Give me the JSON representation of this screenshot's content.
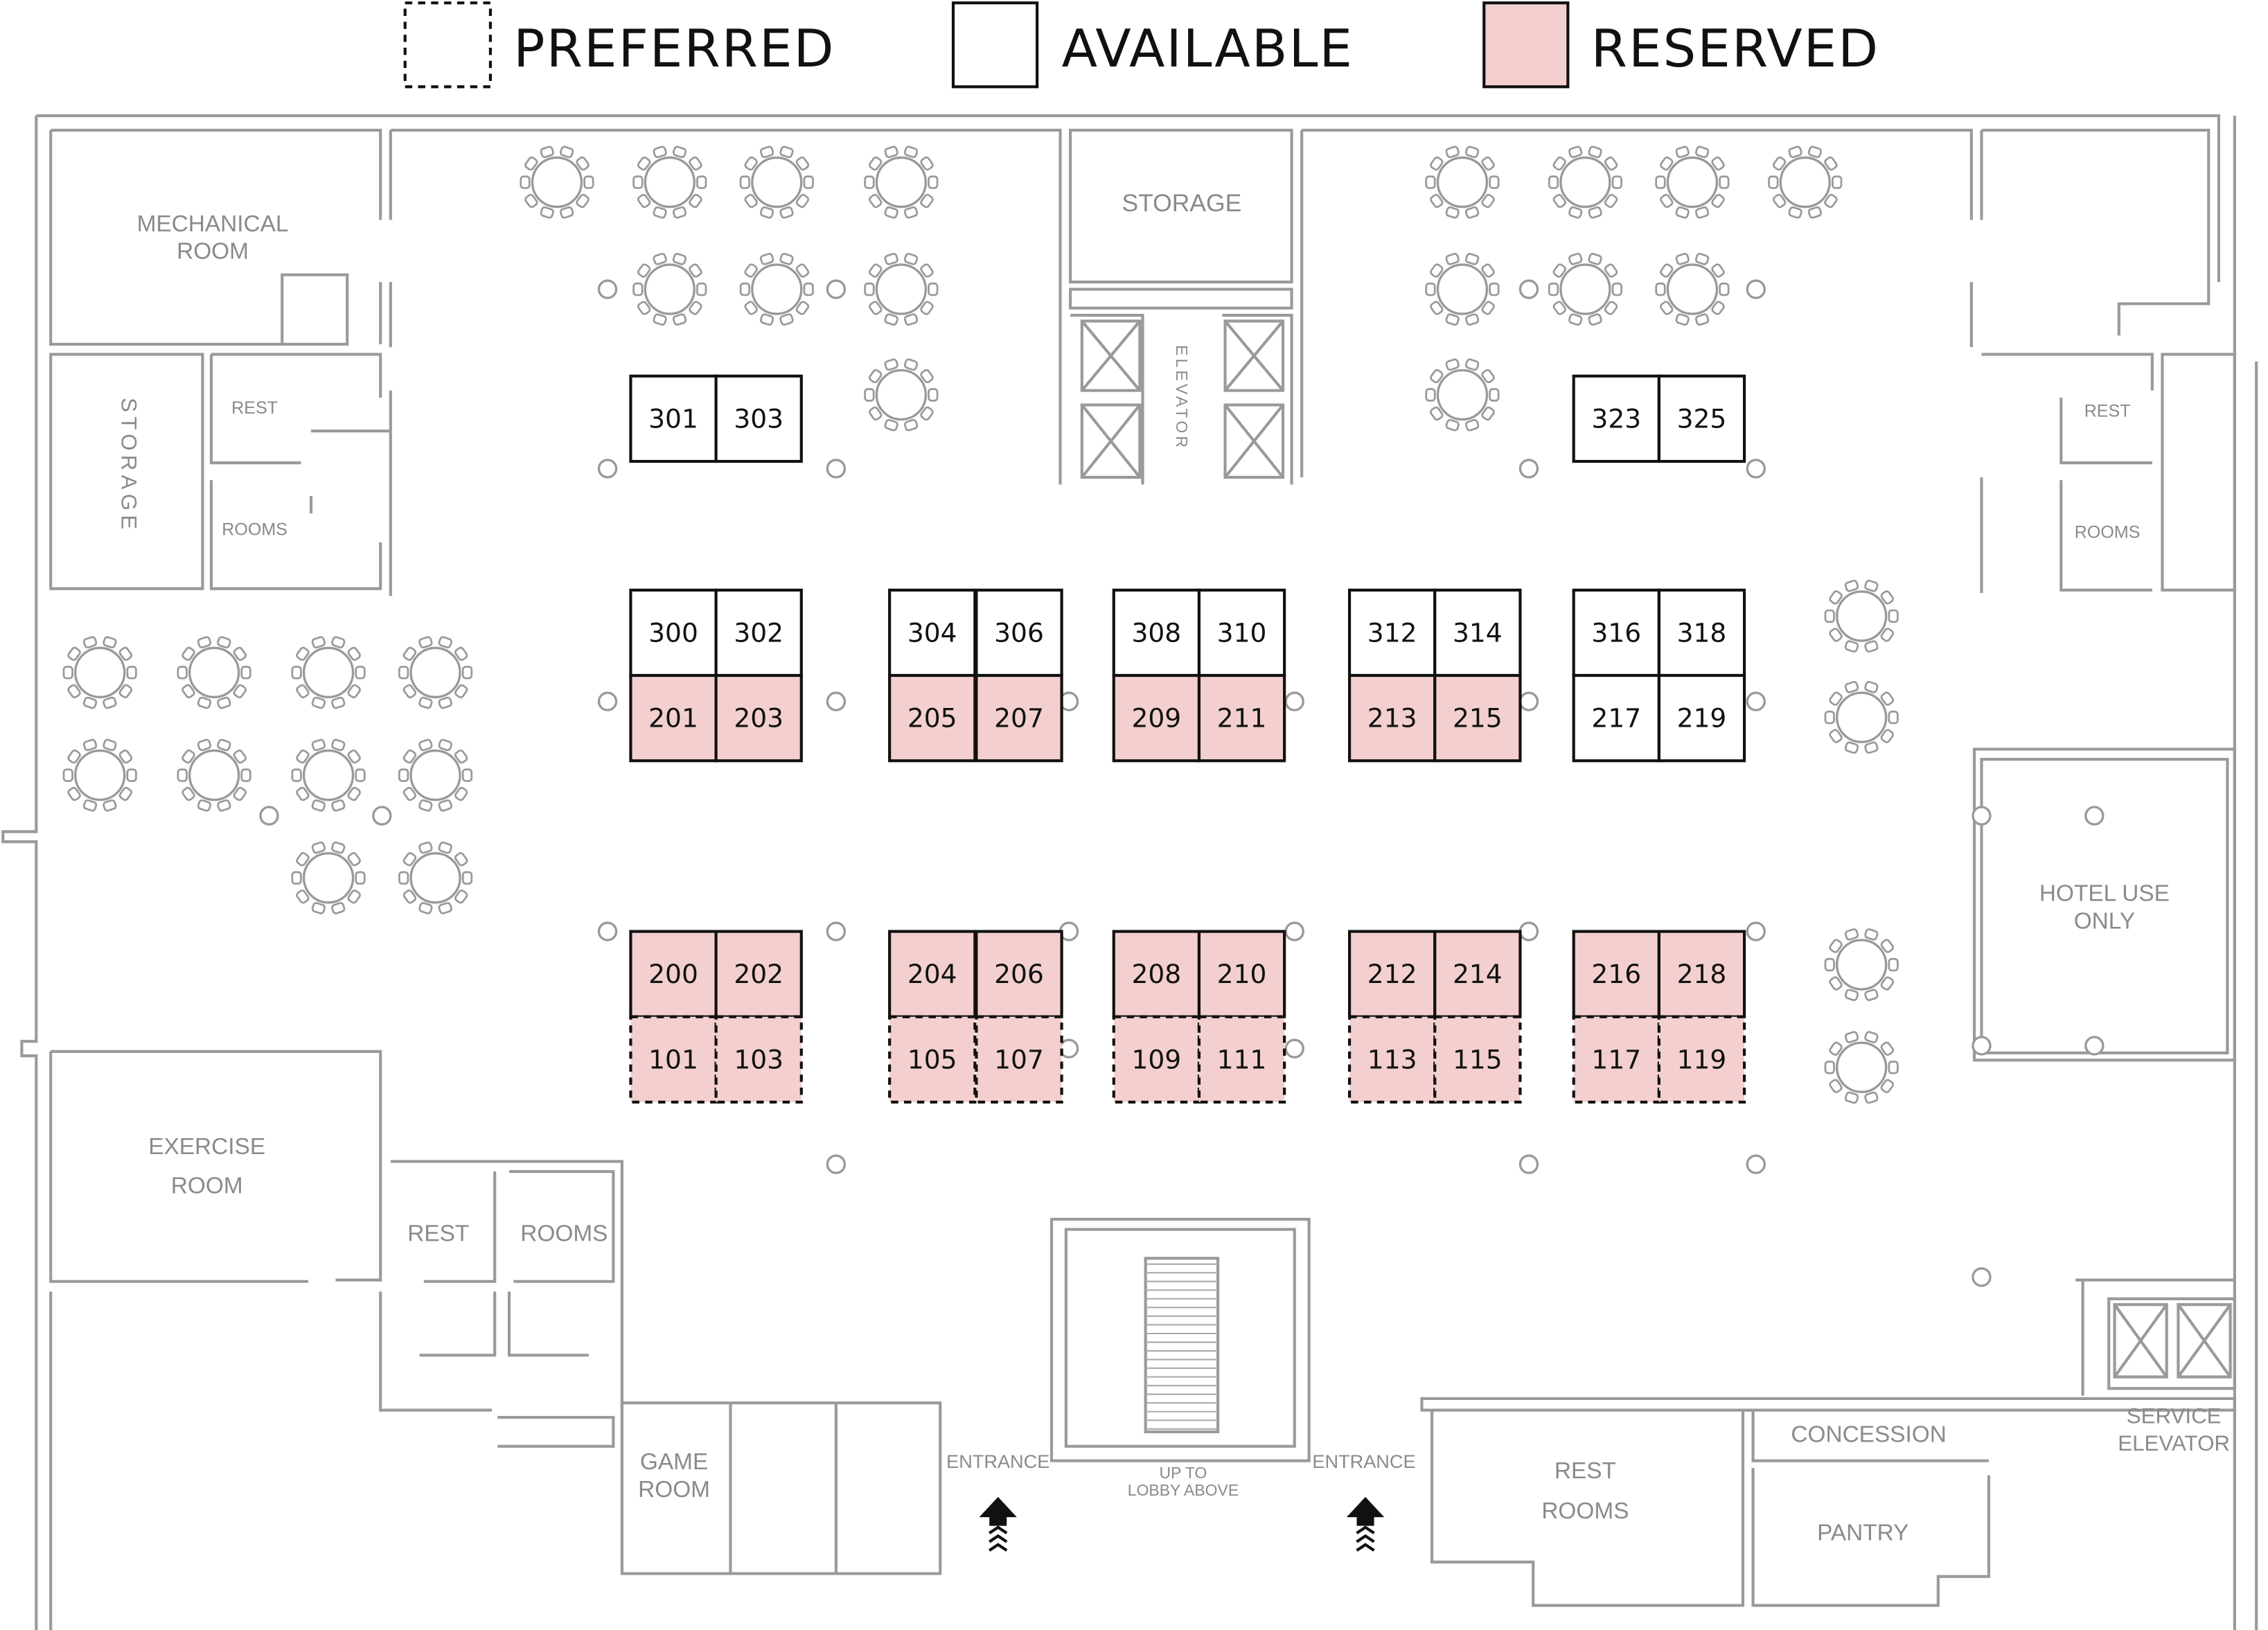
{
  "legend": {
    "preferred": "PREFERRED",
    "available": "AVAILABLE",
    "reserved": "RESERVED"
  },
  "colors": {
    "reserved": "#f3cfcf",
    "available": "#ffffff",
    "border": "#111111",
    "wall": "#9a9a9a"
  },
  "rooms": {
    "mechanical_1": "MECHANICAL",
    "mechanical_2": "ROOM",
    "storage_top": "STORAGE",
    "storage_left": "STORAGE",
    "elevator": "ELEVATOR",
    "rest_left": "REST",
    "rooms_left": "ROOMS",
    "rest_right": "REST",
    "rooms_right": "ROOMS",
    "hotel_1": "HOTEL USE",
    "hotel_2": "ONLY",
    "exercise_1": "EXERCISE",
    "exercise_2": "ROOM",
    "rest_bottom": "REST",
    "rooms_bottom": "ROOMS",
    "game_1": "GAME",
    "game_2": "ROOM",
    "entrance_left": "ENTRANCE",
    "entrance_right": "ENTRANCE",
    "lobby_1": "UP TO",
    "lobby_2": "LOBBY ABOVE",
    "restrooms_1": "REST",
    "restrooms_2": "ROOMS",
    "concession": "CONCESSION",
    "pantry": "PANTRY",
    "service_1": "SERVICE",
    "service_2": "ELEVATOR"
  },
  "booths": [
    {
      "id": "301",
      "status": "available",
      "preferred": false
    },
    {
      "id": "303",
      "status": "available",
      "preferred": false
    },
    {
      "id": "323",
      "status": "available",
      "preferred": false
    },
    {
      "id": "325",
      "status": "available",
      "preferred": false
    },
    {
      "id": "300",
      "status": "available",
      "preferred": false
    },
    {
      "id": "302",
      "status": "available",
      "preferred": false
    },
    {
      "id": "304",
      "status": "available",
      "preferred": false
    },
    {
      "id": "306",
      "status": "available",
      "preferred": false
    },
    {
      "id": "308",
      "status": "available",
      "preferred": false
    },
    {
      "id": "310",
      "status": "available",
      "preferred": false
    },
    {
      "id": "312",
      "status": "available",
      "preferred": false
    },
    {
      "id": "314",
      "status": "available",
      "preferred": false
    },
    {
      "id": "316",
      "status": "available",
      "preferred": false
    },
    {
      "id": "318",
      "status": "available",
      "preferred": false
    },
    {
      "id": "201",
      "status": "reserved",
      "preferred": false
    },
    {
      "id": "203",
      "status": "reserved",
      "preferred": false
    },
    {
      "id": "205",
      "status": "reserved",
      "preferred": false
    },
    {
      "id": "207",
      "status": "reserved",
      "preferred": false
    },
    {
      "id": "209",
      "status": "reserved",
      "preferred": false
    },
    {
      "id": "211",
      "status": "reserved",
      "preferred": false
    },
    {
      "id": "213",
      "status": "reserved",
      "preferred": false
    },
    {
      "id": "215",
      "status": "reserved",
      "preferred": false
    },
    {
      "id": "217",
      "status": "available",
      "preferred": false
    },
    {
      "id": "219",
      "status": "available",
      "preferred": false
    },
    {
      "id": "200",
      "status": "reserved",
      "preferred": false
    },
    {
      "id": "202",
      "status": "reserved",
      "preferred": false
    },
    {
      "id": "204",
      "status": "reserved",
      "preferred": false
    },
    {
      "id": "206",
      "status": "reserved",
      "preferred": false
    },
    {
      "id": "208",
      "status": "reserved",
      "preferred": false
    },
    {
      "id": "210",
      "status": "reserved",
      "preferred": false
    },
    {
      "id": "212",
      "status": "reserved",
      "preferred": false
    },
    {
      "id": "214",
      "status": "reserved",
      "preferred": false
    },
    {
      "id": "216",
      "status": "reserved",
      "preferred": false
    },
    {
      "id": "218",
      "status": "reserved",
      "preferred": false
    },
    {
      "id": "101",
      "status": "reserved",
      "preferred": true
    },
    {
      "id": "103",
      "status": "reserved",
      "preferred": true
    },
    {
      "id": "105",
      "status": "reserved",
      "preferred": true
    },
    {
      "id": "107",
      "status": "reserved",
      "preferred": true
    },
    {
      "id": "109",
      "status": "reserved",
      "preferred": true
    },
    {
      "id": "111",
      "status": "reserved",
      "preferred": true
    },
    {
      "id": "113",
      "status": "reserved",
      "preferred": true
    },
    {
      "id": "115",
      "status": "reserved",
      "preferred": true
    },
    {
      "id": "117",
      "status": "reserved",
      "preferred": true
    },
    {
      "id": "119",
      "status": "reserved",
      "preferred": true
    }
  ]
}
